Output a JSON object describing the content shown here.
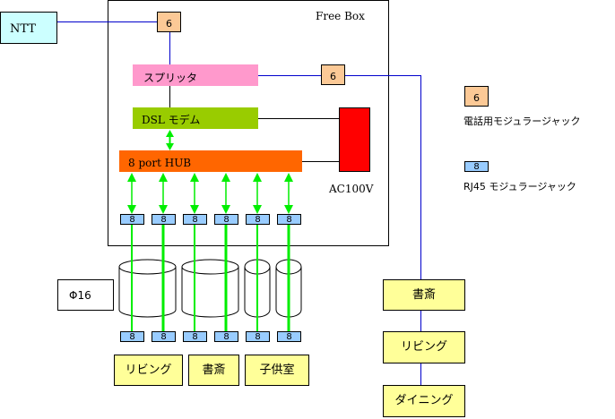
{
  "freebox": {
    "label": "Free Box"
  },
  "ntt": {
    "label": "NTT"
  },
  "splitter": {
    "label": "スプリッタ"
  },
  "dsl_modem": {
    "label": "DSL モデム"
  },
  "hub": {
    "label": "8 port HUB"
  },
  "power": {
    "label": "AC100V"
  },
  "conduit": {
    "label": "Φ16"
  },
  "jacks": {
    "phone_jack_label": "6",
    "rj45_jack_label": "8"
  },
  "legend": {
    "phone_jack": {
      "symbol": "6",
      "text": "電話用モジュラージャック"
    },
    "rj45_jack": {
      "symbol": "8",
      "text": "RJ45 モジュラージャック"
    }
  },
  "rooms_bottom": [
    {
      "label": "リビング"
    },
    {
      "label": "書斎"
    },
    {
      "label": "子供室"
    }
  ],
  "rooms_right": [
    {
      "label": "書斎"
    },
    {
      "label": "リビング"
    },
    {
      "label": "ダイニング"
    }
  ],
  "colors": {
    "ntt_fill": "#ccffff",
    "splitter_fill": "#ff99cc",
    "modem_fill": "#99cc00",
    "hub_fill": "#ff6600",
    "power_fill": "#ff0000",
    "phone_jack_fill": "#ffcc99",
    "rj45_jack_fill": "#99ccff",
    "room_fill": "#ffff99",
    "phone_line": "#0000cc",
    "lan_cable": "#00ee00"
  }
}
